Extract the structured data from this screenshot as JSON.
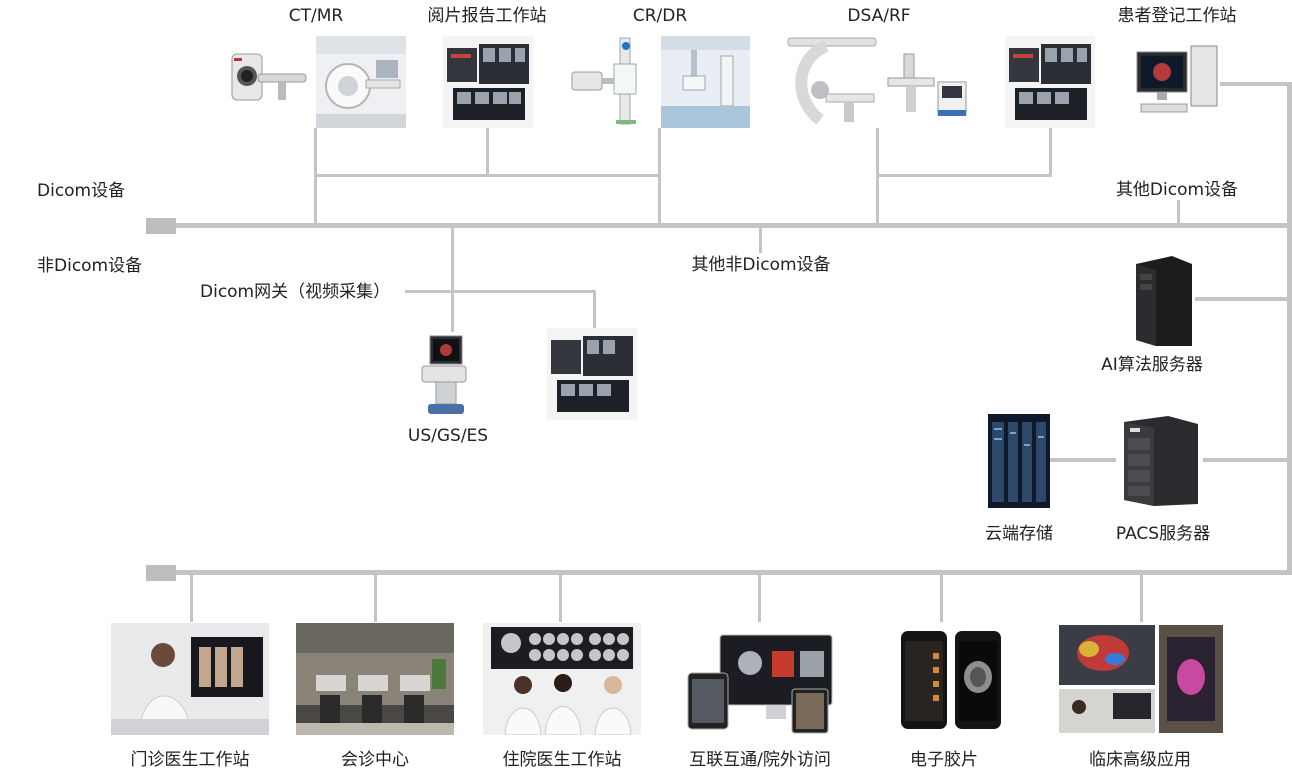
{
  "diagram": {
    "top_devices": {
      "ct_mr": "CT/MR",
      "reading_ws": "阅片报告工作站",
      "cr_dr": "CR/DR",
      "dsa_rf": "DSA/RF",
      "registration_ws": "患者登记工作站"
    },
    "bus_labels": {
      "dicom_devices": "Dicom设备",
      "other_dicom": "其他Dicom设备",
      "non_dicom_devices": "非Dicom设备",
      "other_non_dicom": "其他非Dicom设备",
      "dicom_gateway": "Dicom网关（视频采集）",
      "us_gs_es": "US/GS/ES"
    },
    "servers": {
      "ai_server": "AI算法服务器",
      "cloud_storage": "云端存储",
      "pacs_server": "PACS服务器"
    },
    "bottom_apps": {
      "outpatient_ws": "门诊医生工作站",
      "consult_center": "会诊中心",
      "inpatient_ws": "住院医生工作站",
      "interconnect": "互联互通/院外访问",
      "e_film": "电子胶片",
      "clinical_adv": "临床高级应用"
    },
    "colors": {
      "line": "#c4c4c4",
      "text": "#222222",
      "terminal": "#bdbdbd"
    }
  }
}
